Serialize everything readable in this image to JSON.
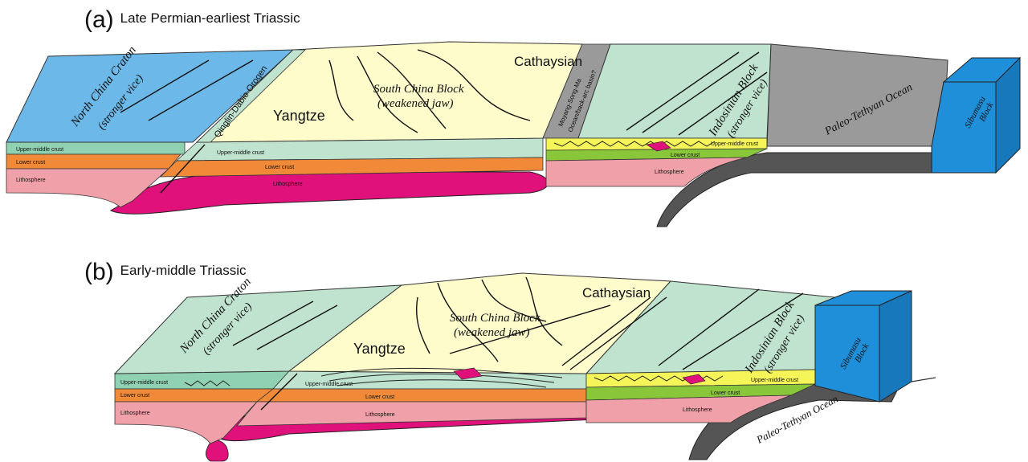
{
  "panel_a": {
    "letter": "(a)",
    "title": "Late Permian-earliest Triassic",
    "north_china": "North China Craton",
    "north_china_sub": "(stronger vice)",
    "qinling": "Qinglin-Dabie Orogen",
    "yangtze": "Yangtze",
    "south_china": "South China Block",
    "south_china_sub": "(weakened jaw)",
    "cathaysian": "Cathaysian",
    "moyang_1": "Moyang-Song-Ma",
    "moyang_2": "Ocean/back-arc basin?",
    "indosinian": "Indosinian Block",
    "indosinian_sub": "(stronger vice)",
    "paleo_tethyan": "Paleo-Tethyan Ocean",
    "sibumasu": "Sibumasu",
    "sibumasu_2": "Block",
    "nc_upper": "Upper-middle crust",
    "nc_lower": "Lower crust",
    "nc_litho": "Lithosphere",
    "sc_upper": "Upper-middle crust",
    "sc_lower": "Lower crust",
    "sc_litho": "Lithosphere",
    "ind_upper": "Upper-middle crust",
    "ind_lower": "Lower crust",
    "ind_litho": "Lithosphere"
  },
  "panel_b": {
    "letter": "(b)",
    "title": "Early-middle Triassic",
    "north_china": "North China Craton",
    "north_china_sub": "(stronger vice)",
    "yangtze": "Yangtze",
    "south_china": "South China Block",
    "south_china_sub": "(weakened jaw)",
    "cathaysian": "Cathaysian",
    "indosinian": "Indosinian Block",
    "indosinian_sub": "(stronger vice)",
    "paleo_tethyan": "Paleo-Tethyan Ocean",
    "sibumasu": "Sibumasu",
    "sibumasu_2": "Block",
    "nc_upper": "Upper-middle crust",
    "nc_lower": "Lower crust",
    "nc_litho": "Lithosphere",
    "sc_upper": "Upper-middle crust",
    "sc_lower": "Lower crust",
    "sc_litho": "Lithosphere",
    "ind_upper": "Upper-middle crust",
    "ind_lower": "Lower crust",
    "ind_litho": "Lithosphere"
  },
  "colors": {
    "north_china_top": "#6cb8e8",
    "green_top": "#bfe3cf",
    "yellow_top": "#fffccc",
    "ocean": "#9a9a9a",
    "sibumasu": "#1e8fd8",
    "upper_crust": "#8fd1b0",
    "lower_crust": "#f08a38",
    "lithosphere": "#f0a0a8",
    "slab_magenta": "#e0117a",
    "yellow_crust": "#f5f55a",
    "green_crust": "#8ac63a"
  }
}
